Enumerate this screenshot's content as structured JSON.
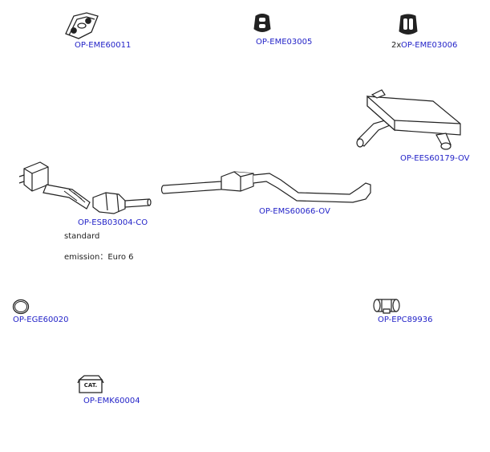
{
  "parts": {
    "bracket_top": {
      "code": "OP-EME60011"
    },
    "rubber_mount_single": {
      "code": "OP-EME03005"
    },
    "rubber_mount_double": {
      "qty_prefix": "2x",
      "code": "OP-EME03006"
    },
    "rear_silencer": {
      "code": "OP-EES60179-OV"
    },
    "catalytic_converter": {
      "code": "OP-ESB03004-CO"
    },
    "middle_silencer": {
      "code": "OP-EMS60066-OV"
    },
    "gasket_ring": {
      "code": "OP-EGE60020"
    },
    "pipe_clamp": {
      "code": "OP-EPC89936"
    },
    "mounting_kit": {
      "code": "OP-EMK60004",
      "box_text": "CAT."
    }
  },
  "notes": {
    "standard": "standard",
    "emission": "emission：Euro 6"
  },
  "colors": {
    "link": "#2323c8",
    "line": "#222222"
  }
}
